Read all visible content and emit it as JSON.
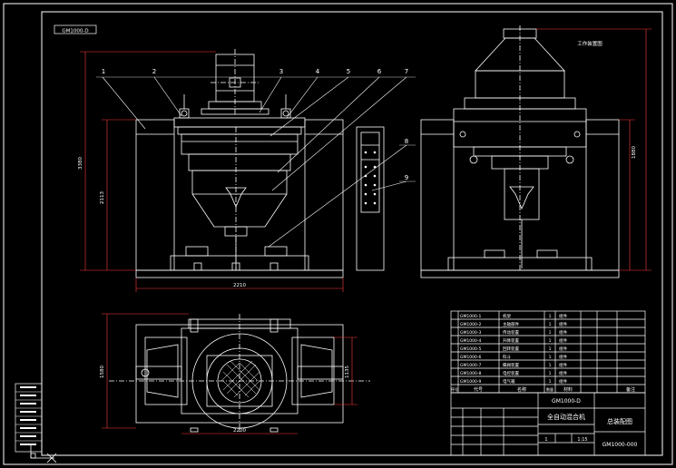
{
  "colors": {
    "background": "#000000",
    "line": "#ffffff",
    "dim_line": "#ff3b3b",
    "accent": "#ffd84a"
  },
  "drawing": {
    "code_top_left": "GM1000-D",
    "view_note": "工作装置图",
    "dimensions": {
      "overall_height": "3380",
      "inner_height": "2113",
      "base_width": "2210",
      "right_height": "1880",
      "plan_depth": "1580",
      "plan_inner": "1135",
      "plan_width": "2200"
    },
    "balloons": [
      "1",
      "2",
      "3",
      "4",
      "5",
      "6",
      "7",
      "8",
      "9"
    ]
  },
  "title_block": {
    "parts_list": [
      {
        "code": "GM1000-1",
        "name": "机架",
        "qty": "1",
        "material": "组件"
      },
      {
        "code": "GM1000-2",
        "name": "主轴部件",
        "qty": "1",
        "material": "组件"
      },
      {
        "code": "GM1000-3",
        "name": "传动装置",
        "qty": "1",
        "material": "组件"
      },
      {
        "code": "GM1000-4",
        "name": "升降装置",
        "qty": "1",
        "material": "组件"
      },
      {
        "code": "GM1000-5",
        "name": "回转装置",
        "qty": "1",
        "material": "组件"
      },
      {
        "code": "GM1000-6",
        "name": "料斗",
        "qty": "1",
        "material": "组件"
      },
      {
        "code": "GM1000-7",
        "name": "蝶阀装置",
        "qty": "1",
        "material": "组件"
      },
      {
        "code": "GM1000-8",
        "name": "电控装置",
        "qty": "1",
        "material": "组件"
      },
      {
        "code": "GM1000-9",
        "name": "电气箱",
        "qty": "1",
        "material": "组件"
      }
    ],
    "header": {
      "seq": "序号",
      "code": "代号",
      "name": "名称",
      "qty": "数量",
      "material": "材料",
      "remark": "备注"
    },
    "model": "GM1000-D",
    "product_name": "全自动混合机",
    "drawing_title": "总装配图",
    "drawing_number": "GM1000-000",
    "sheet": "1",
    "scale": "1:15"
  }
}
